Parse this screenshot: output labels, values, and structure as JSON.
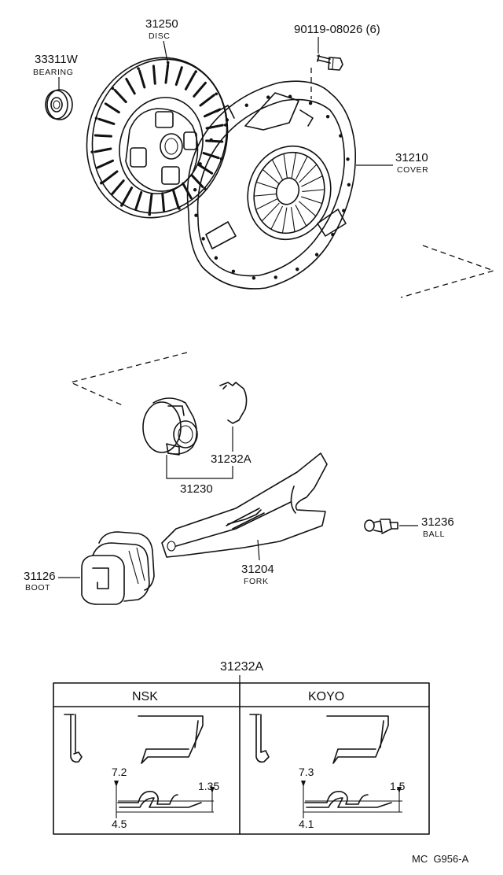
{
  "parts": {
    "bearing": {
      "number": "33311W",
      "name": "BEARING"
    },
    "disc": {
      "number": "31250",
      "name": "DISC"
    },
    "bolt": {
      "number": "90119-08026 (6)"
    },
    "cover": {
      "number": "31210",
      "name": "COVER"
    },
    "clip": {
      "number": "31232A"
    },
    "release_bearing": {
      "number": "31230"
    },
    "ball": {
      "number": "31236",
      "name": "BALL"
    },
    "boot": {
      "number": "31126",
      "name": "BOOT"
    },
    "fork": {
      "number": "31204",
      "name": "FORK"
    }
  },
  "detail_table": {
    "title": "31232A",
    "columns": [
      {
        "maker": "NSK",
        "dim_a": "7.2",
        "dim_b": "1.35",
        "dim_c": "4.5"
      },
      {
        "maker": "KOYO",
        "dim_a": "7.3",
        "dim_b": "1.5",
        "dim_c": "4.1"
      }
    ]
  },
  "footer": {
    "code": "MC  G956-A"
  }
}
